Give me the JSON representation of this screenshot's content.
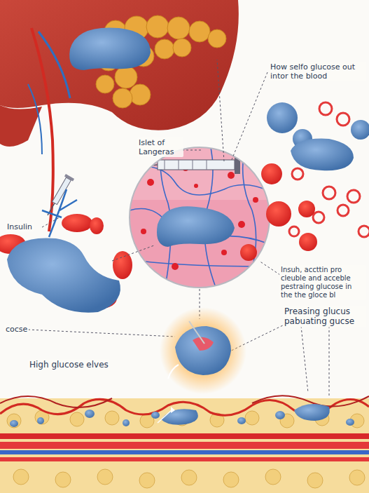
{
  "diagram": {
    "labels": [
      "How selfo glucose out intor the blood",
      "Islet of Langeras",
      "Insulin",
      "Insuh, accttin pro cleuble and acceble pestraing glucose in the the gloce bl",
      "cocse",
      "High glucose elves",
      "Preasing glucus pabuating gucse"
    ]
  }
}
